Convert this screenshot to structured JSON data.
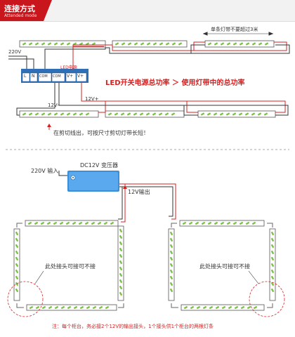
{
  "header": {
    "title": "连接方式",
    "subtitle": "Attended mode"
  },
  "top": {
    "note_max_length": "单条灯带不要超过3米",
    "label_220v": "220V",
    "psu_title": "LED电源",
    "terminals": [
      "L",
      "N",
      "COM",
      "COM",
      "V+",
      "V+"
    ],
    "label_12v_minus": "12V-",
    "label_12v_plus": "12V+",
    "power_note": "LED开关电源总功率 ＞ 使用灯带中的总功率",
    "cut_note": "在剪切线出，可按尺寸剪切灯带长短！"
  },
  "bottom": {
    "transformer_title": "DC12V  变压器",
    "input_label": "220V 输入",
    "output_label": "12V输出",
    "joint_left": "此处接头可接可不接",
    "joint_right": "此处接头可接可不接",
    "footnote": "注：每个柜台，务必接2个12V的输出接头，1个接头供1个柜台的两根灯条"
  },
  "colors": {
    "accent": "#c9161d",
    "wire_red": "#d62020",
    "wire_dark": "#333333",
    "strip_green": "#7bc043",
    "psu_blue": "#2f6fb5",
    "transformer": "#3a8fd8"
  }
}
